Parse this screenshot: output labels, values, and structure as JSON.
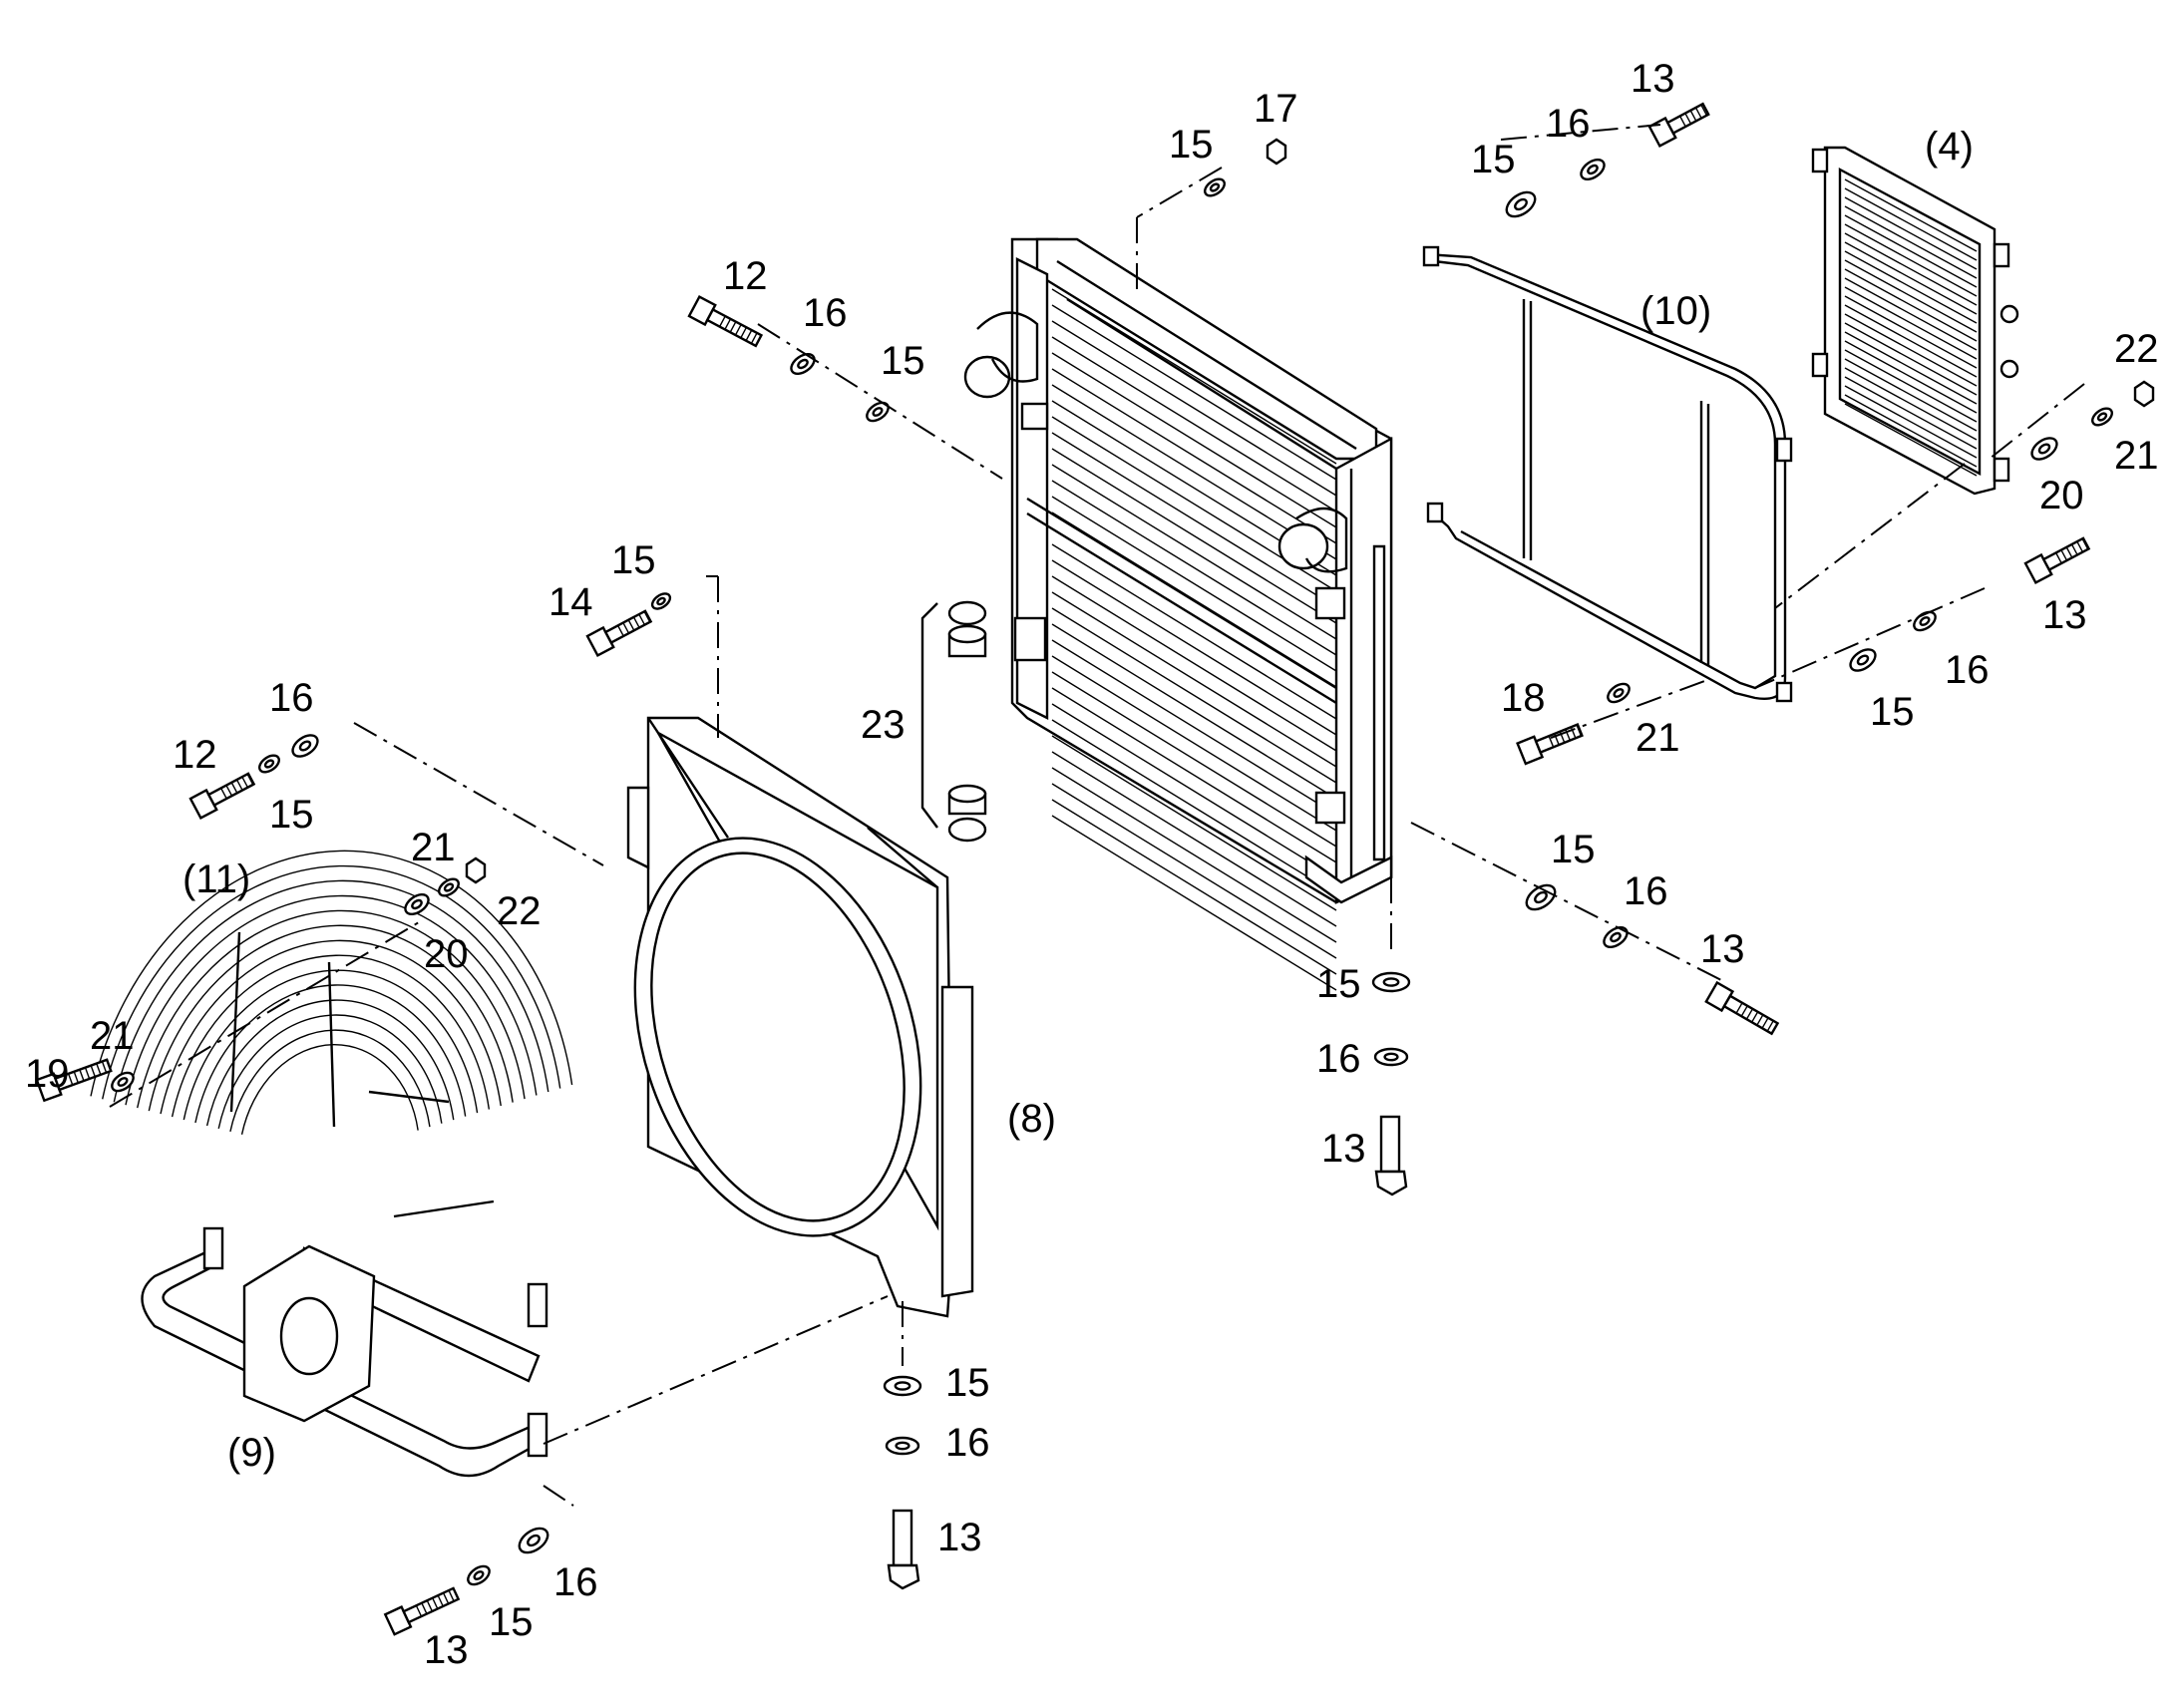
{
  "diagram": {
    "labels": {
      "l_4": "(4)",
      "l_8": "(8)",
      "l_9": "(9)",
      "l_10": "(10)",
      "l_11": "(11)",
      "l_23": "23",
      "top_15a": "15",
      "top_17": "17",
      "top_13": "13",
      "top_16": "16",
      "top_15b": "15",
      "ul_12": "12",
      "ul_16": "16",
      "ul_15": "15",
      "mid_14": "14",
      "mid_15": "15",
      "left_16": "16",
      "left_12": "12",
      "left_15": "15",
      "grd_21": "21",
      "grd_22": "22",
      "grd_20": "20",
      "grd_21b": "21",
      "grd_19": "19",
      "rr_22": "22",
      "rr_21": "21",
      "rr_20": "20",
      "rr_13": "13",
      "rr_16": "16",
      "rr_15": "15",
      "fr_18": "18",
      "fr_21": "21",
      "rb_15": "15",
      "rb_16": "16",
      "rb_13": "13",
      "cb_15": "15",
      "cb_16": "16",
      "cb_13": "13",
      "sb_15": "15",
      "sb_16": "16",
      "sb_13": "13",
      "bl_13": "13",
      "bl_15": "15",
      "bl_16": "16"
    }
  }
}
